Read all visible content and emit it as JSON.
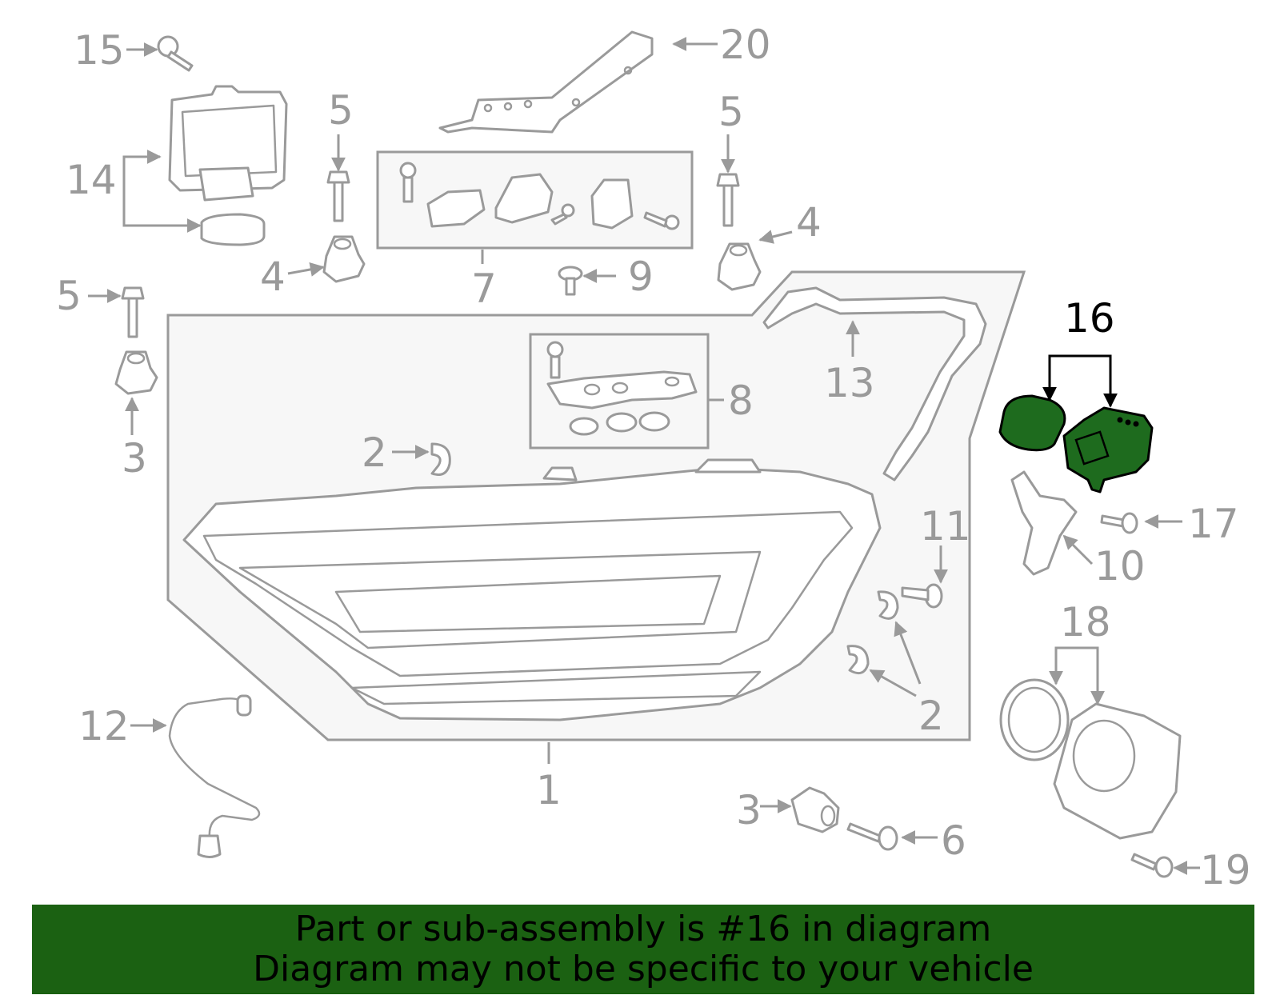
{
  "callouts": {
    "c1": "1",
    "c2a": "2",
    "c2b": "2",
    "c3a": "3",
    "c3b": "3",
    "c4a": "4",
    "c4b": "4",
    "c5a": "5",
    "c5b": "5",
    "c5c": "5",
    "c6": "6",
    "c7": "7",
    "c8": "8",
    "c9": "9",
    "c10": "10",
    "c11": "11",
    "c12": "12",
    "c13": "13",
    "c14": "14",
    "c15": "15",
    "c16": "16",
    "c17": "17",
    "c18": "18",
    "c19": "19",
    "c20": "20"
  },
  "highlighted_part": "16",
  "colors": {
    "highlight": "#1e6b1e",
    "banner": "#1b6112",
    "linework": "#9a9a9a"
  },
  "banner": {
    "line1": "Part or sub-assembly is #16 in diagram",
    "line2": "Diagram may not be specific to your vehicle"
  }
}
